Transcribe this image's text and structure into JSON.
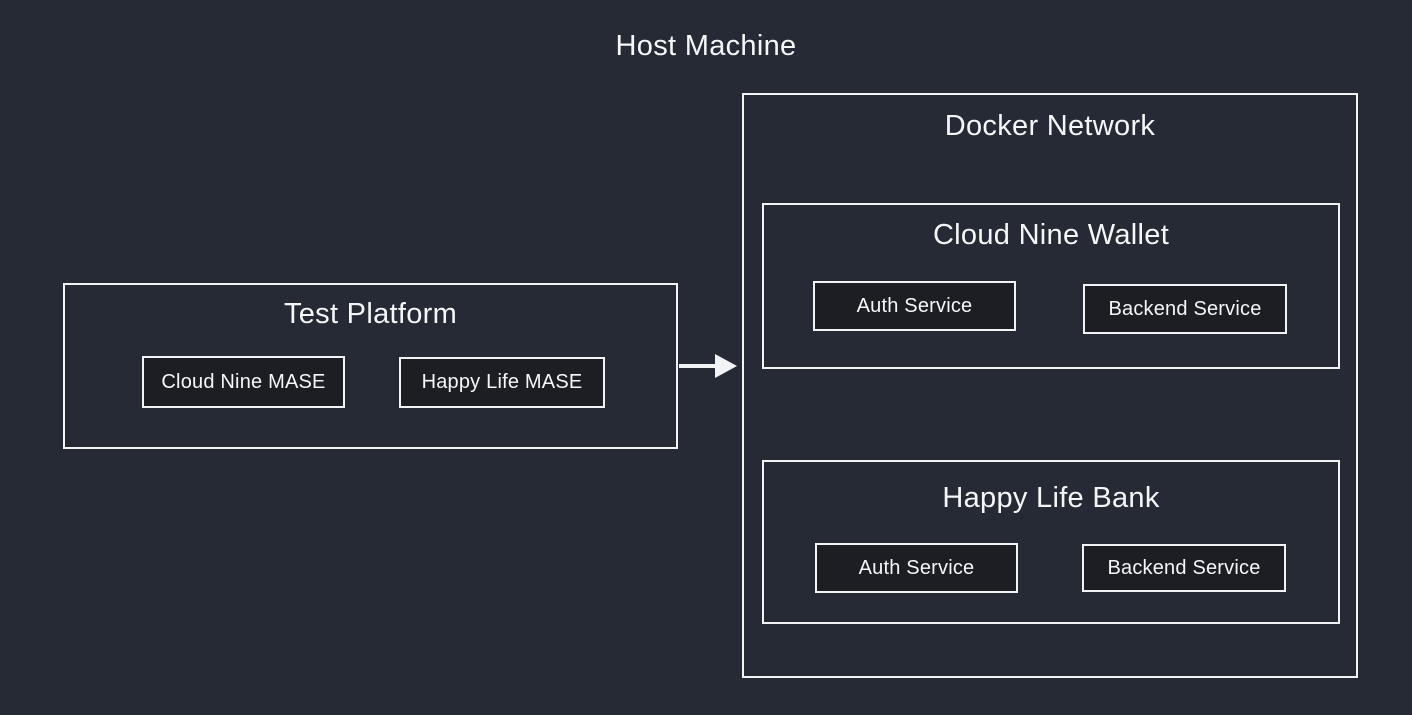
{
  "labels": {
    "host_machine": "Host Machine"
  },
  "test_platform": {
    "title": "Test Platform",
    "services": [
      {
        "label": "Cloud Nine MASE"
      },
      {
        "label": "Happy Life MASE"
      }
    ]
  },
  "docker_network": {
    "title": "Docker Network",
    "groups": [
      {
        "title": "Cloud Nine Wallet",
        "services": [
          {
            "label": "Auth Service"
          },
          {
            "label": "Backend Service"
          }
        ]
      },
      {
        "title": "Happy Life Bank",
        "services": [
          {
            "label": "Auth Service"
          },
          {
            "label": "Backend Service"
          }
        ]
      }
    ]
  },
  "connections": [
    {
      "from": "Test Platform",
      "to": "Docker Network",
      "type": "arrow-right"
    }
  ],
  "colors": {
    "background": "#262a35",
    "border": "#f2f3f5",
    "service_fill": "#1c1e24",
    "text": "#f5f6f8"
  }
}
